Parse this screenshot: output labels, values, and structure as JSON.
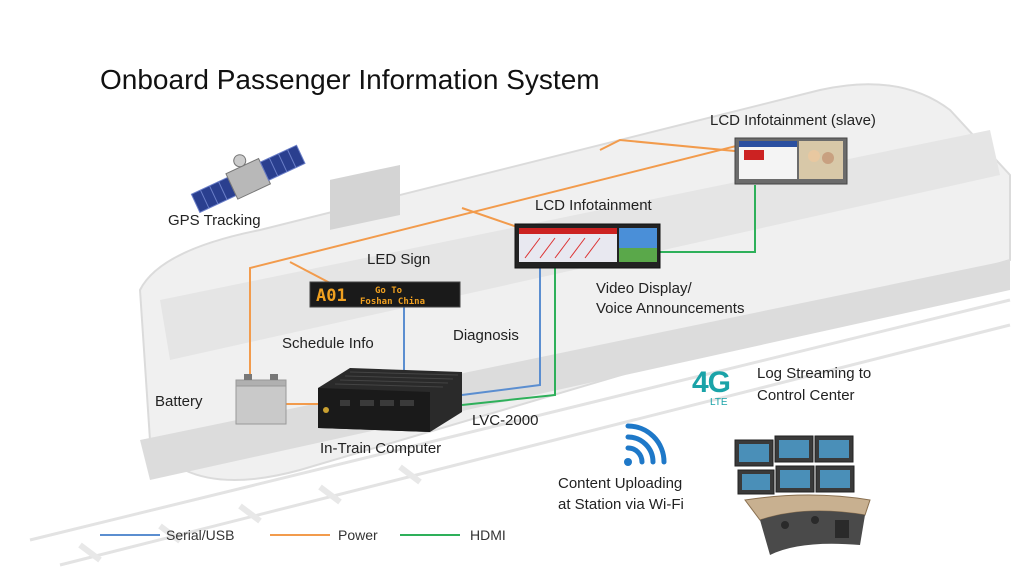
{
  "title": "Onboard Passenger Information System",
  "labels": {
    "gps": "GPS Tracking",
    "led_sign": "LED Sign",
    "lcd": "LCD Infotainment",
    "lcd_slave": "LCD Infotainment (slave)",
    "video_line1": "Video Display/",
    "video_line2": "Voice Announcements",
    "schedule": "Schedule Info",
    "diagnosis": "Diagnosis",
    "battery": "Battery",
    "lvc": "LVC-2000",
    "computer": "In-Train Computer",
    "lte_line1": "Log Streaming to",
    "lte_line2": "Control Center",
    "wifi_line1": "Content Uploading",
    "wifi_line2": "at Station via Wi-Fi"
  },
  "badges": {
    "fourg": "4G",
    "lte": "LTE"
  },
  "led_display": {
    "code": "A01",
    "line1": "Go To",
    "line2": "Foshan China"
  },
  "legend": [
    {
      "label": "Serial/USB",
      "color": "#5b8ed0"
    },
    {
      "label": "Power",
      "color": "#f29b4c"
    },
    {
      "label": "HDMI",
      "color": "#2eb05a"
    }
  ],
  "colors": {
    "serial": "#5b8ed0",
    "power": "#f29b4c",
    "hdmi": "#2eb05a",
    "accent_teal": "#1aa3a8",
    "wifi_blue": "#1e78c8"
  },
  "icons": [
    "satellite-icon",
    "led-sign-icon",
    "lcd-screen-icon",
    "battery-icon",
    "computer-icon",
    "wifi-icon",
    "control-center-icon"
  ]
}
